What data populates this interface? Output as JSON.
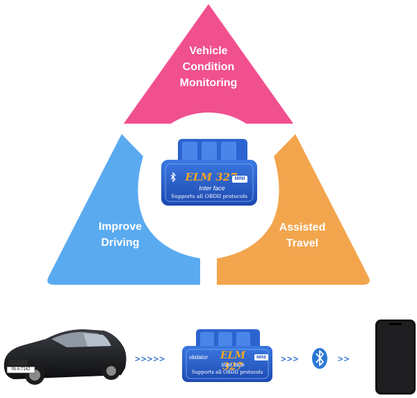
{
  "segments": {
    "top": {
      "lines": [
        "Vehicle",
        "Condition",
        "Monitoring"
      ],
      "color": "#f1508f"
    },
    "left": {
      "lines": [
        "Improve",
        "Driving"
      ],
      "color": "#5aaaf0"
    },
    "right": {
      "lines": [
        "Assisted",
        "Travel"
      ],
      "color": "#f3a54d"
    }
  },
  "device": {
    "brand": "ELM 327",
    "model_tag": "MINI",
    "sublabel": "Inter face",
    "protocols": "Supports all OBDII protocols",
    "maker": "obdator"
  },
  "car_plate": "IN·A 7142",
  "flow": {
    "arrow1": ">>>>>",
    "arrow2": ">>>",
    "arrow3": ">>",
    "bluetooth_icon": "bluetooth-icon",
    "phone_icon": "smartphone-icon"
  },
  "colors": {
    "device_blue": "#2457c5",
    "arrow_blue": "#4a7fd0",
    "bluetooth_blue": "#2a78d6"
  }
}
